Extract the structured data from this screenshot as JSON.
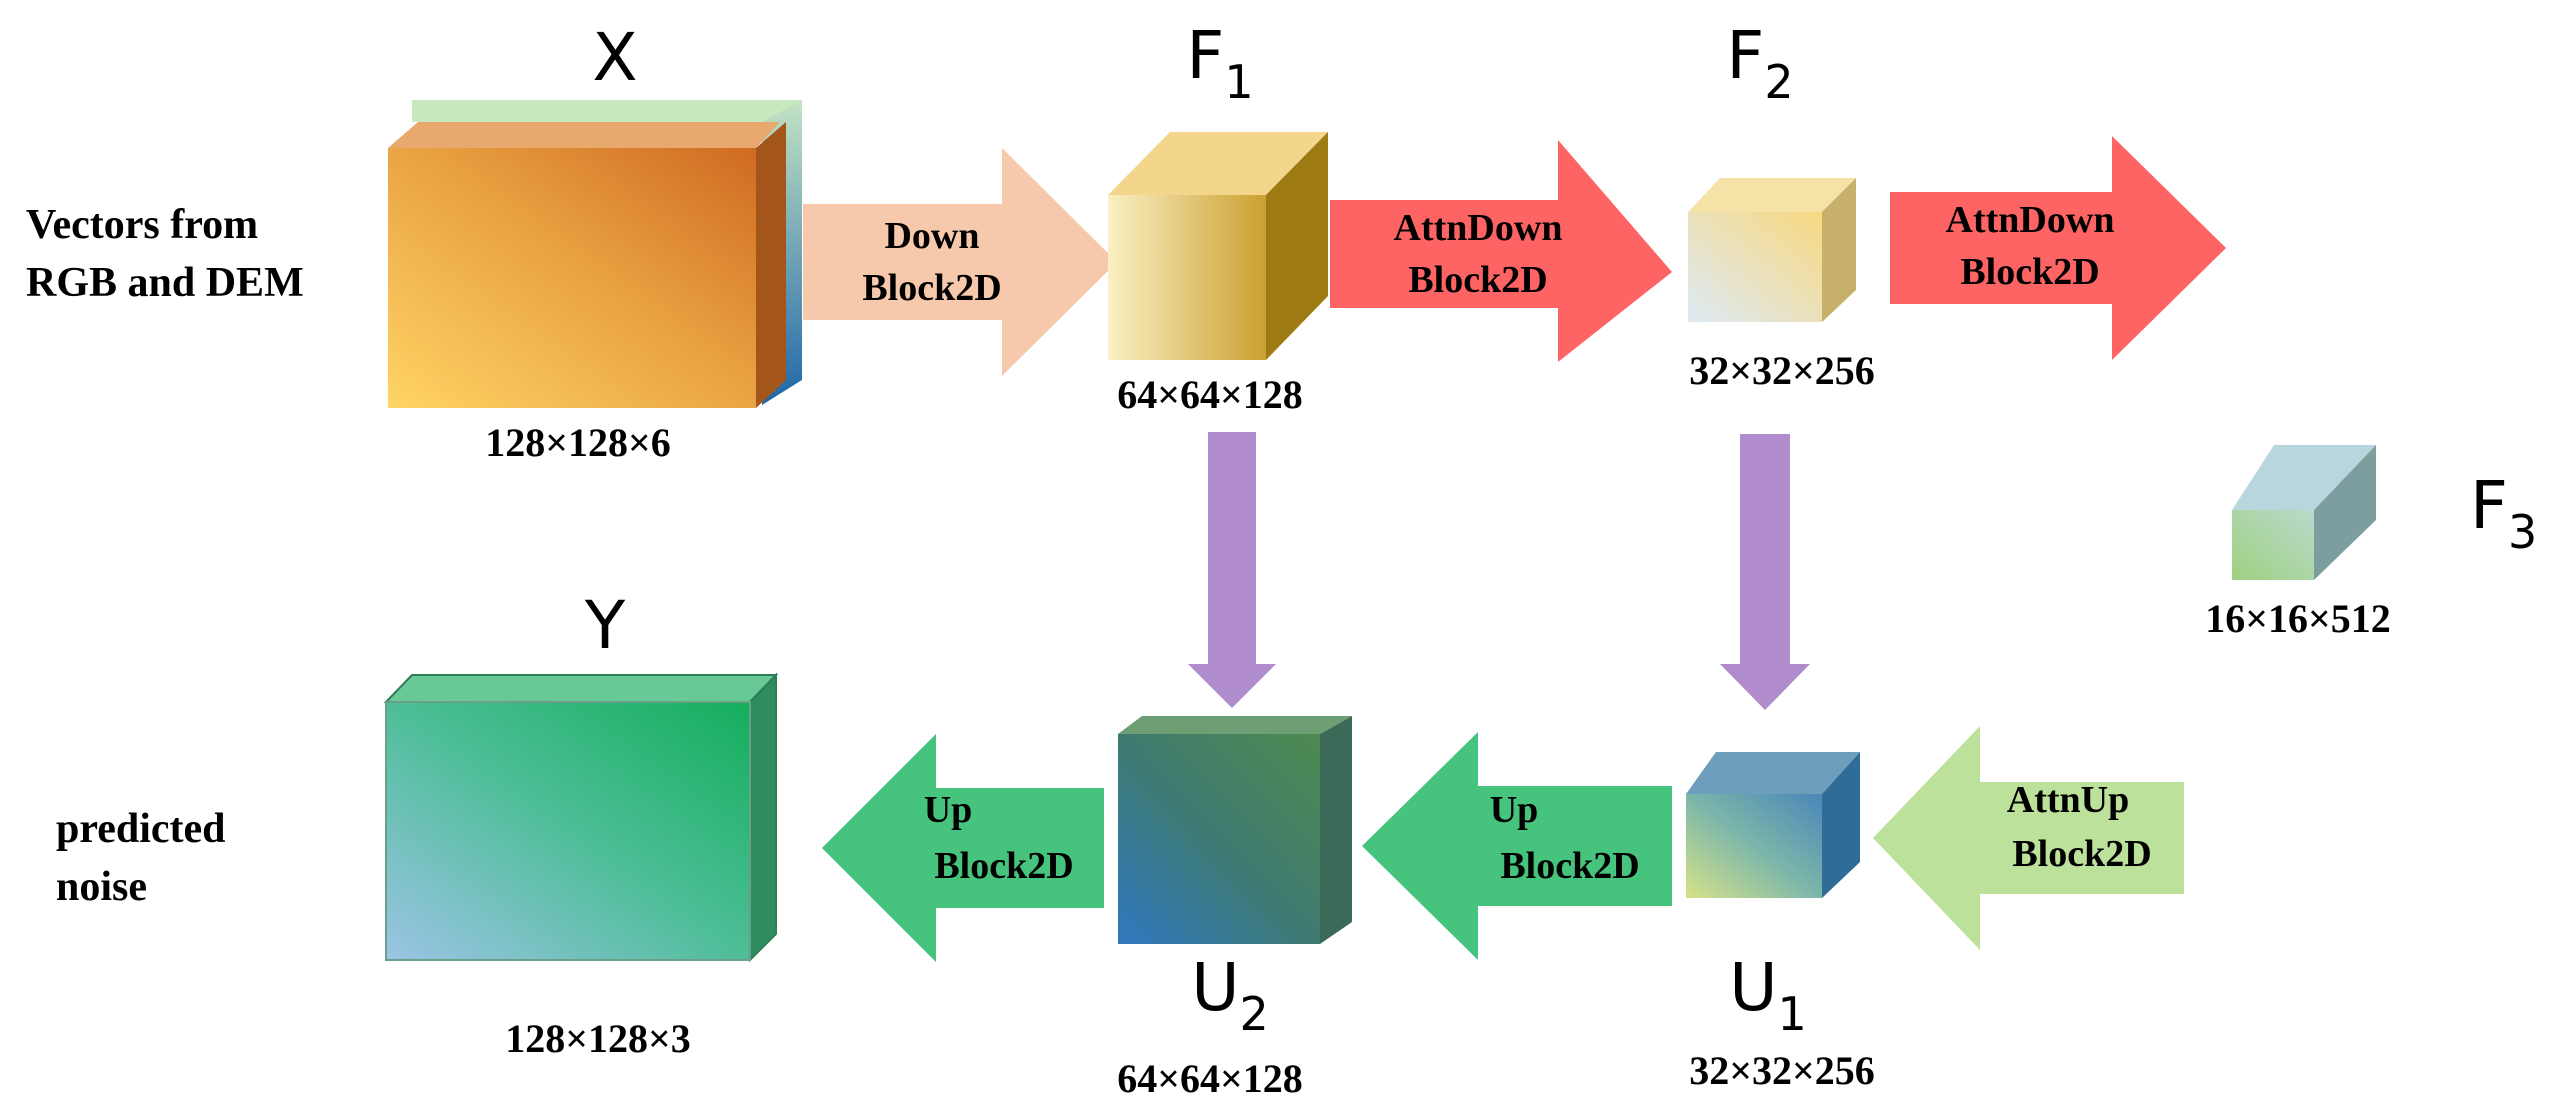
{
  "inputs": {
    "left_top": [
      "Vectors from",
      "RGB and DEM"
    ],
    "left_bottom": [
      "predicted",
      "noise"
    ]
  },
  "tensors": {
    "X": {
      "label": "X",
      "dims": "128×128×6"
    },
    "F1": {
      "label": "F",
      "sub": "1",
      "dims": "64×64×128"
    },
    "F2": {
      "label": "F",
      "sub": "2",
      "dims": "32×32×256"
    },
    "F3": {
      "label": "F",
      "sub": "3",
      "dims": "16×16×512"
    },
    "U1": {
      "label": "U",
      "sub": "1",
      "dims": "32×32×256"
    },
    "U2": {
      "label": "U",
      "sub": "2",
      "dims": "64×64×128"
    },
    "Y": {
      "label": "Y",
      "dims": "128×128×3"
    }
  },
  "blocks": {
    "down": [
      "Down",
      "Block2D"
    ],
    "attn_down_1": [
      "AttnDown",
      "Block2D"
    ],
    "attn_down_2": [
      "AttnDown",
      "Block2D"
    ],
    "attn_up": [
      "AttnUp",
      "Block2D"
    ],
    "up_1": [
      "Up",
      "Block2D"
    ],
    "up_2": [
      "Up",
      "Block2D"
    ]
  },
  "colors": {
    "down_arrow": "#F7C9AC",
    "attn_down_arrow": "#FF6464",
    "attn_up_arrow": "#BCE19A",
    "up_arrow": "#46C47E",
    "skip_arrow": "#B08CCC"
  }
}
